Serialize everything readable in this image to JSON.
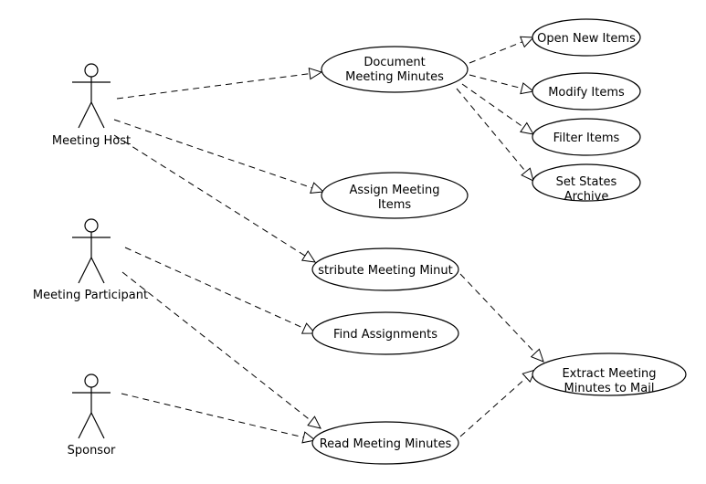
{
  "actors": [
    {
      "id": "host",
      "label": "Meeting Host"
    },
    {
      "id": "participant",
      "label": "Meeting Participant"
    },
    {
      "id": "sponsor",
      "label": "Sponsor"
    }
  ],
  "usecases": [
    {
      "id": "document",
      "lines": [
        "Document",
        "Meeting Minutes"
      ]
    },
    {
      "id": "open",
      "lines": [
        "Open New Items"
      ]
    },
    {
      "id": "modify",
      "lines": [
        "Modify Items"
      ]
    },
    {
      "id": "filter",
      "lines": [
        "Filter Items"
      ]
    },
    {
      "id": "archive",
      "lines": [
        "Set States",
        "Archive"
      ]
    },
    {
      "id": "assign",
      "lines": [
        "Assign Meeting",
        "Items"
      ]
    },
    {
      "id": "distribute",
      "lines": [
        "stribute Meeting Minut"
      ]
    },
    {
      "id": "find",
      "lines": [
        "Find Assignments"
      ]
    },
    {
      "id": "read",
      "lines": [
        "Read Meeting Minutes"
      ]
    },
    {
      "id": "extract",
      "lines": [
        "Extract Meeting",
        "Minutes to Mail"
      ]
    }
  ],
  "edges": [
    {
      "from": "host",
      "to": "document"
    },
    {
      "from": "host",
      "to": "assign"
    },
    {
      "from": "host",
      "to": "distribute"
    },
    {
      "from": "document",
      "to": "open"
    },
    {
      "from": "document",
      "to": "modify"
    },
    {
      "from": "document",
      "to": "filter"
    },
    {
      "from": "document",
      "to": "archive"
    },
    {
      "from": "participant",
      "to": "find"
    },
    {
      "from": "participant",
      "to": "read"
    },
    {
      "from": "sponsor",
      "to": "read"
    },
    {
      "from": "distribute",
      "to": "extract"
    },
    {
      "from": "read",
      "to": "extract"
    }
  ]
}
